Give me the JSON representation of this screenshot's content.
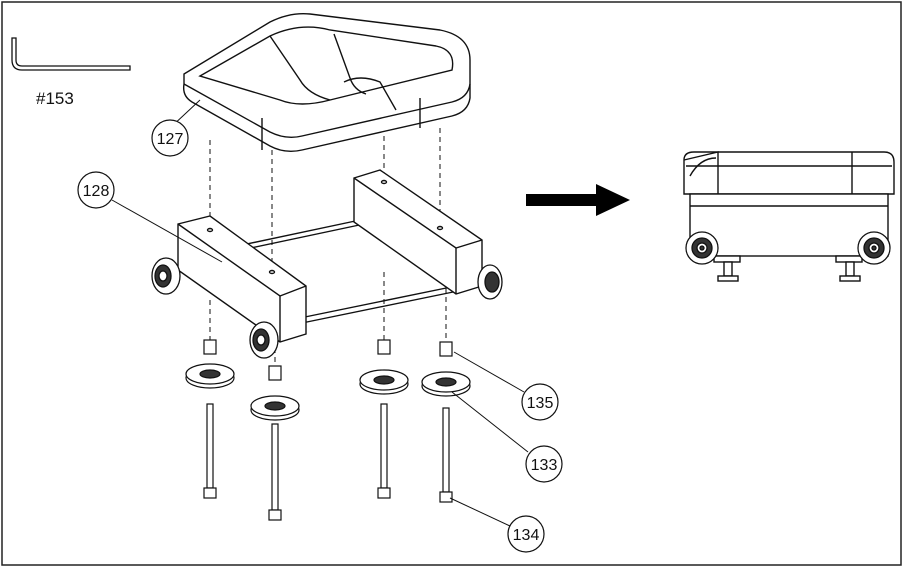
{
  "tool": {
    "label": "#153",
    "icon": "hex-key-icon"
  },
  "callouts": {
    "seat": "127",
    "frame": "128",
    "washer": "133",
    "bolt": "134",
    "spacer": "135"
  },
  "arrow": {
    "icon": "right-arrow-icon"
  },
  "colors": {
    "line": "#111111",
    "fill": "#ffffff",
    "shade": "#333333"
  }
}
